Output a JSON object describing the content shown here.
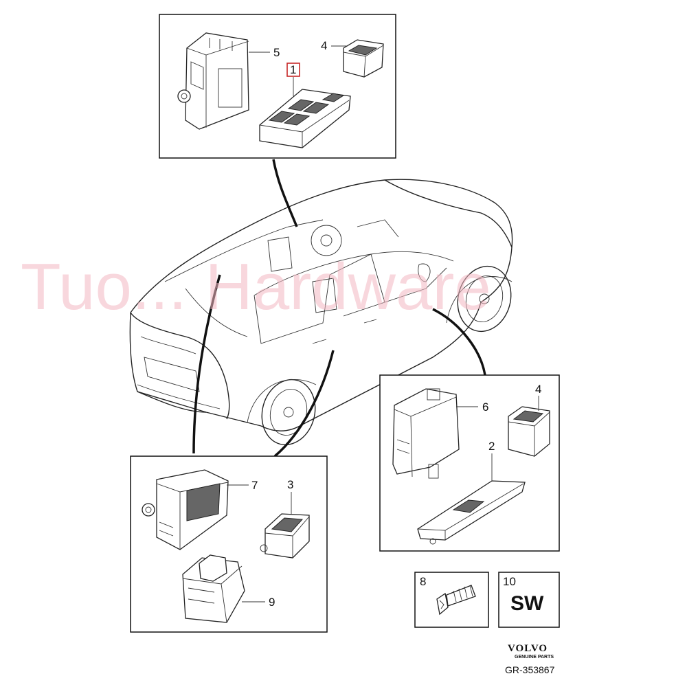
{
  "watermark": "Tuo... Hardware",
  "callouts": {
    "p1": "1",
    "p2": "2",
    "p3": "3",
    "p4a": "4",
    "p4b": "4",
    "p5": "5",
    "p6": "6",
    "p7": "7",
    "p8": "8",
    "p9": "9",
    "p10": "10"
  },
  "box10_text": "SW",
  "brand": {
    "name": "VOLVO",
    "subtitle": "GENUINE PARTS"
  },
  "diagram_code": "GR-353867",
  "colors": {
    "watermark": "#f4b8c2",
    "highlight_box": "#c62828",
    "ink": "#111111"
  }
}
